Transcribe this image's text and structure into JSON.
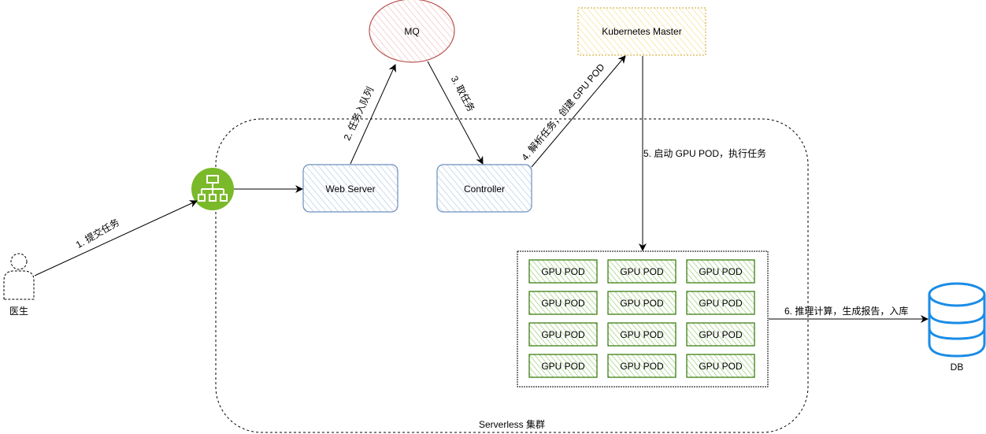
{
  "nodes": {
    "doctor": "医生",
    "mq": "MQ",
    "k8s_master": "Kubernetes Master",
    "web_server": "Web Server",
    "controller": "Controller",
    "db": "DB",
    "cluster": "Serverless 集群",
    "gpu_pods": [
      "GPU POD",
      "GPU POD",
      "GPU POD",
      "GPU POD",
      "GPU POD",
      "GPU POD",
      "GPU POD",
      "GPU POD",
      "GPU POD",
      "GPU POD",
      "GPU POD",
      "GPU POD"
    ]
  },
  "edges": {
    "step1": "1. 提交任务",
    "step2": "2. 任务入队列",
    "step3": "3. 取任务",
    "step4": "4. 解析任务，创建 GPU POD",
    "step5": "5. 启动 GPU POD，执行任务",
    "step6": "6. 推理计算，生成报告，入库"
  },
  "colors": {
    "mq_stroke": "#b85450",
    "mq_fill": "#f8cecc",
    "k8s_stroke": "#d6b656",
    "k8s_fill": "#fff2cc",
    "service_stroke": "#6c8ebf",
    "service_fill": "#dae8fc",
    "pod_stroke": "#2d7600",
    "pod_fill": "#60a917",
    "lb_fill": "#7ab929",
    "db_stroke": "#1a8ce6",
    "line": "#000000"
  },
  "icons": {
    "doctor": "user-icon",
    "load_balancer": "load-balancer-icon",
    "db": "database-icon"
  }
}
